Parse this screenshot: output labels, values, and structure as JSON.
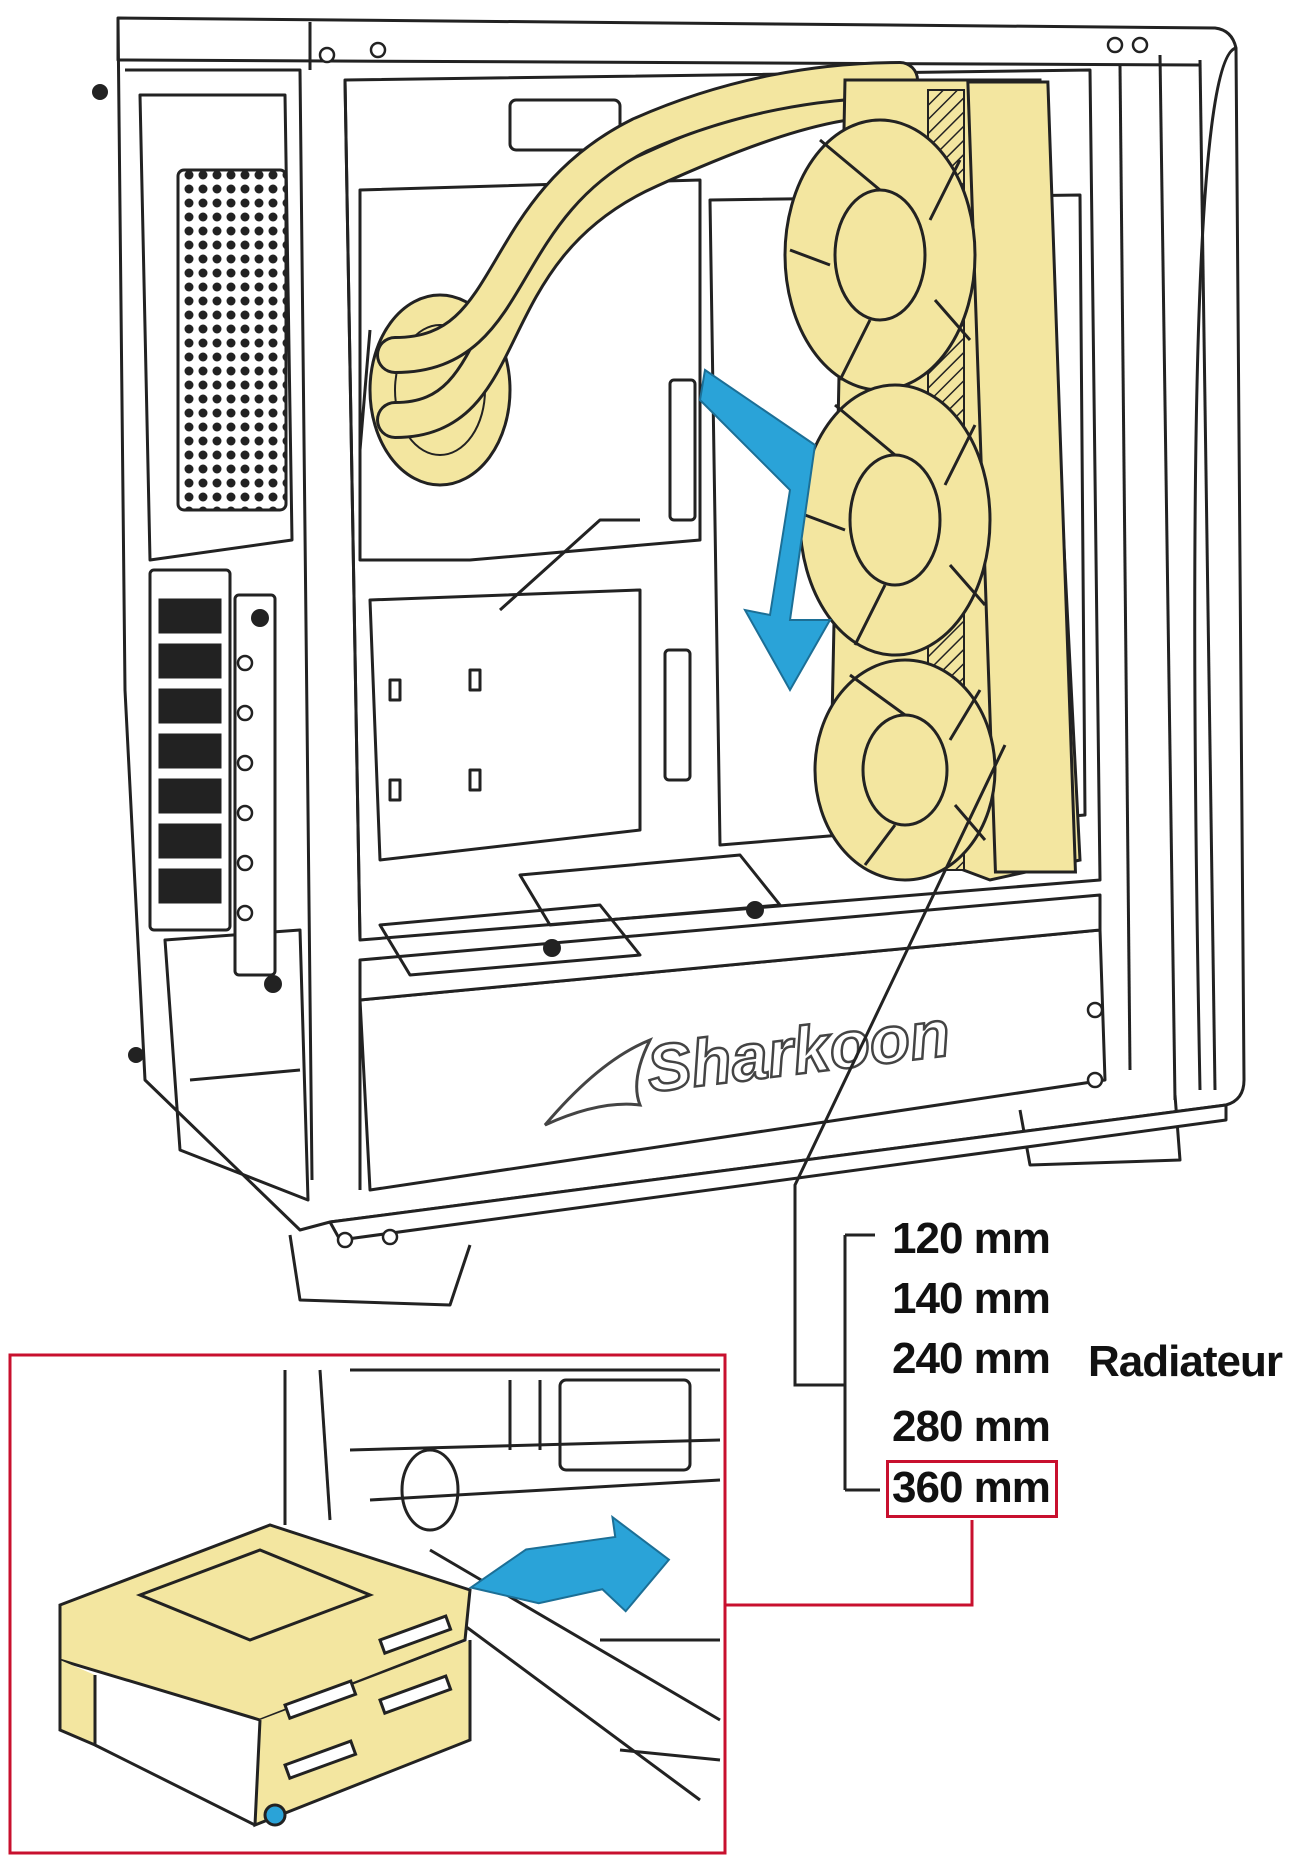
{
  "brand": {
    "logo_text": "Sharkoon"
  },
  "callout": {
    "sizes": [
      "120 mm",
      "140 mm",
      "240 mm",
      "280 mm",
      "360 mm"
    ],
    "highlighted_index": 4,
    "label": "Radiateur"
  },
  "colors": {
    "component_yellow": "#f3e6a0",
    "arrow_blue": "#2aa3d8",
    "highlight_red": "#c8102e",
    "line_art": "#222222"
  },
  "icons": [
    "sharkoon-logo",
    "arrow-down",
    "arrow-left"
  ]
}
